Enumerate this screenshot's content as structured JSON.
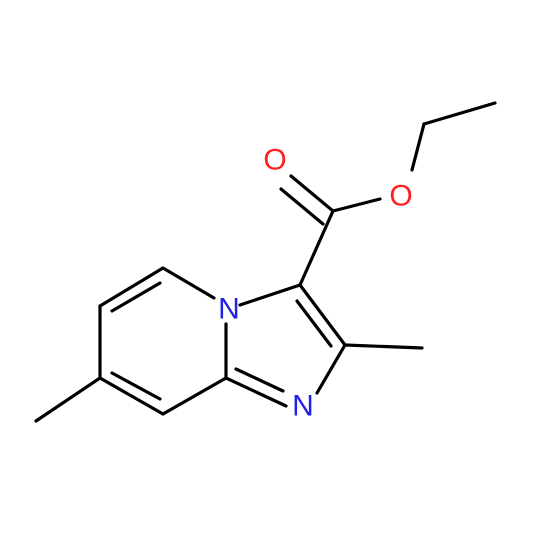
{
  "atoms": {
    "ring_n": {
      "symbol": "N",
      "color": "#1f1fe6"
    },
    "imine_n": {
      "symbol": "N",
      "color": "#1f1fe6"
    },
    "carbonyl_o": {
      "symbol": "O",
      "color": "#ff1f1f"
    },
    "ester_o": {
      "symbol": "O",
      "color": "#ff1f1f"
    }
  },
  "colors": {
    "bond": "#000000",
    "nitrogen": "#1f1fe6",
    "oxygen": "#ff1f1f",
    "background": "#ffffff"
  }
}
